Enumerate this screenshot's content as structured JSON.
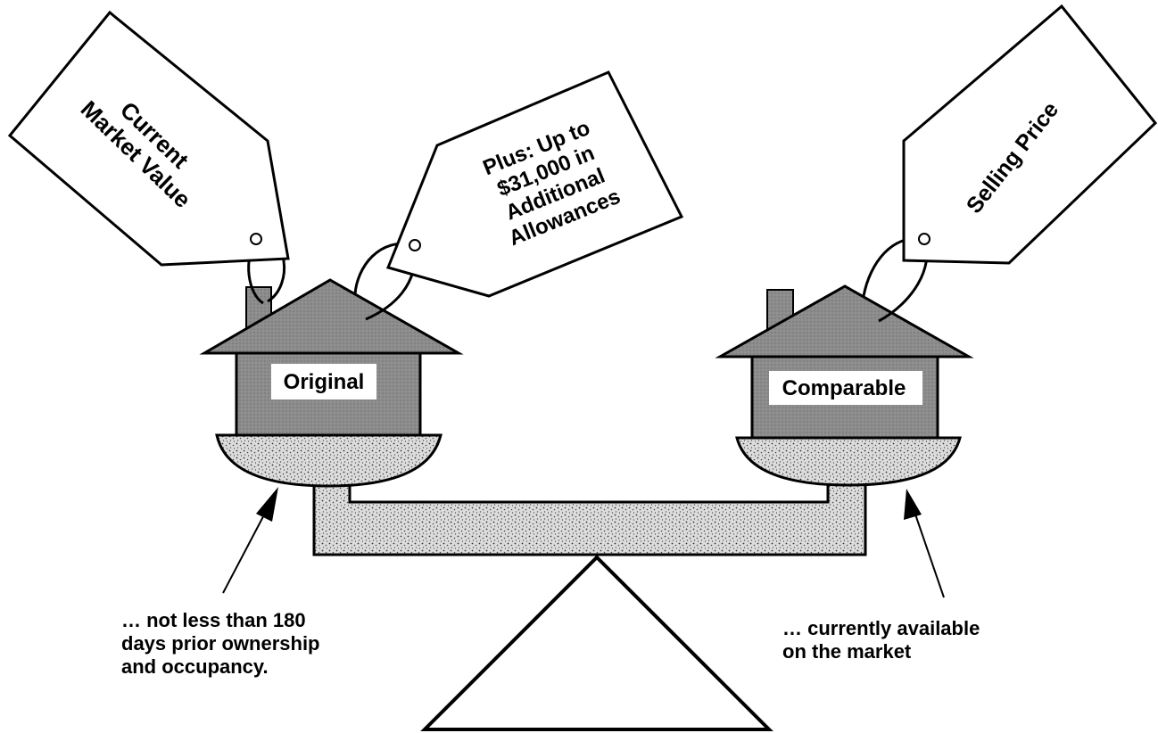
{
  "tags": {
    "current_market_value": [
      "Current",
      "Market Value"
    ],
    "additional_allowances": [
      "Plus:  Up to",
      "$31,000 in",
      "Additional",
      "Allowances"
    ],
    "selling_price": [
      "Selling Price"
    ]
  },
  "houses": {
    "left_label": "Original",
    "right_label": "Comparable"
  },
  "notes": {
    "left": [
      "… not less than 180",
      "days prior ownership",
      "and occupancy."
    ],
    "right": [
      "… currently available",
      "on the market"
    ]
  }
}
